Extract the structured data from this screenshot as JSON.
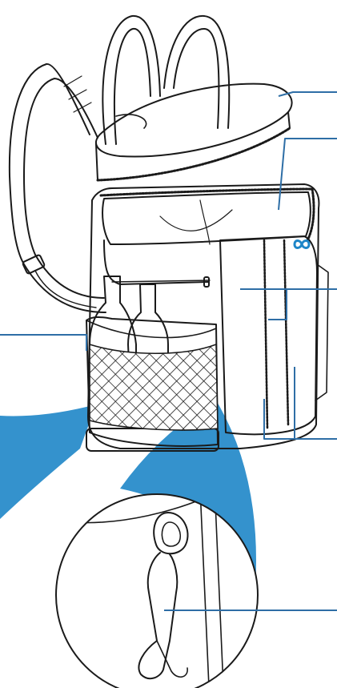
{
  "colors": {
    "outline": "#1a1a1a",
    "callout": "#2e6ea6",
    "accent": "#1e86c8",
    "background": "#ffffff"
  },
  "logo": {
    "icon": "infinity-logo-icon"
  },
  "callouts": [
    {
      "id": "lid",
      "label": ""
    },
    {
      "id": "main-compartment",
      "label": ""
    },
    {
      "id": "front-pocket",
      "label": ""
    },
    {
      "id": "mesh-side-pocket",
      "label": ""
    },
    {
      "id": "zippers",
      "label": ""
    },
    {
      "id": "hook-clip",
      "label": ""
    }
  ]
}
